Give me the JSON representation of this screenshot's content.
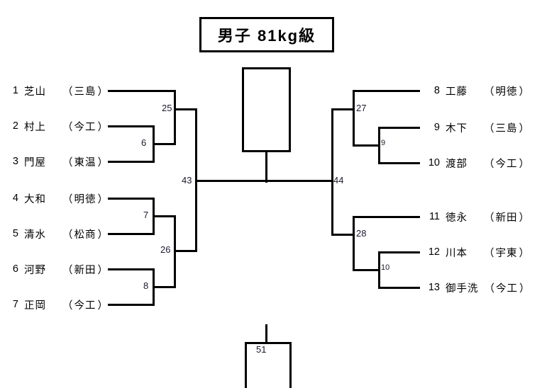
{
  "title": "男子 81kg級",
  "bracket": {
    "left_entries": [
      {
        "seed": "1",
        "name": "芝山",
        "school": "三島"
      },
      {
        "seed": "2",
        "name": "村上",
        "school": "今工"
      },
      {
        "seed": "3",
        "name": "門屋",
        "school": "東温"
      },
      {
        "seed": "4",
        "name": "大和",
        "school": "明徳"
      },
      {
        "seed": "5",
        "name": "清水",
        "school": "松商"
      },
      {
        "seed": "6",
        "name": "河野",
        "school": "新田"
      },
      {
        "seed": "7",
        "name": "正岡",
        "school": "今工"
      }
    ],
    "right_entries": [
      {
        "seed": "8",
        "name": "工藤",
        "school": "明徳"
      },
      {
        "seed": "9",
        "name": "木下",
        "school": "三島"
      },
      {
        "seed": "10",
        "name": "渡部",
        "school": "今工"
      },
      {
        "seed": "11",
        "name": "徳永",
        "school": "新田"
      },
      {
        "seed": "12",
        "name": "川本",
        "school": "宇東"
      },
      {
        "seed": "13",
        "name": "御手洗",
        "school": "今工"
      }
    ],
    "match_numbers": {
      "m25": "25",
      "m6": "6",
      "m7": "7",
      "m26": "26",
      "m8": "8",
      "m43": "43",
      "m44": "44",
      "m27": "27",
      "m9": "9",
      "m28": "28",
      "m10": "10",
      "m51": "51"
    },
    "paren_open": "（",
    "paren_close": "）"
  }
}
